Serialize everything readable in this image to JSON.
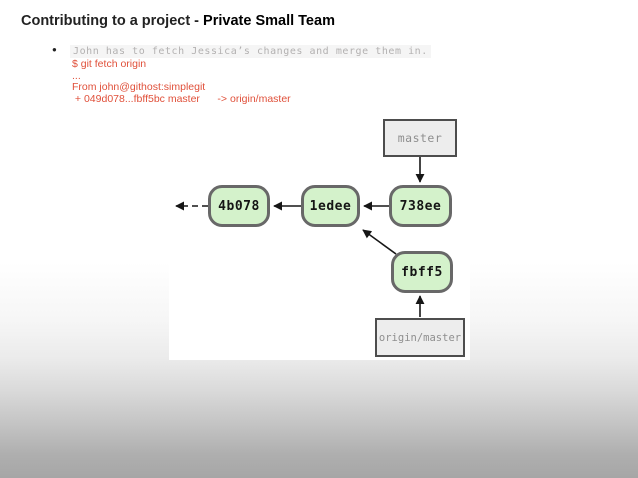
{
  "title": {
    "prefix": "Contributing to a project - ",
    "emphasis": "Private Small Team"
  },
  "bullet": {
    "marker": "●",
    "text": "John has to fetch Jessica’s changes and merge them in."
  },
  "console": {
    "lines": [
      "$ git fetch origin",
      "...",
      "From john@githost:simplegit",
      " + 049d078...fbff5bc master      -> origin/master"
    ]
  },
  "diagram": {
    "refs": [
      {
        "id": "master",
        "label": "master"
      },
      {
        "id": "origin-master",
        "label": "origin/master"
      }
    ],
    "commits": [
      {
        "id": "4b078",
        "label": "4b078"
      },
      {
        "id": "1edee",
        "label": "1edee"
      },
      {
        "id": "738ee",
        "label": "738ee"
      },
      {
        "id": "fbff5",
        "label": "fbff5"
      }
    ],
    "edges": [
      {
        "from": "master",
        "to": "738ee",
        "style": "solid"
      },
      {
        "from": "738ee",
        "to": "1edee",
        "style": "solid"
      },
      {
        "from": "1edee",
        "to": "4b078",
        "style": "solid"
      },
      {
        "from": "4b078",
        "to": "earlier-history",
        "style": "dashed"
      },
      {
        "from": "fbff5",
        "to": "1edee",
        "style": "solid"
      },
      {
        "from": "origin-master",
        "to": "fbff5",
        "style": "solid"
      }
    ]
  },
  "colors": {
    "console_text": "#e0503a",
    "bullet_text": "#b3b1b1",
    "commit_fill": "#d4f2cb",
    "commit_border": "#686868",
    "ref_fill": "#ededed",
    "ref_border": "#4d4d4d",
    "ref_text": "#8f8f8f",
    "background_bottom": "#a6a6a6"
  }
}
